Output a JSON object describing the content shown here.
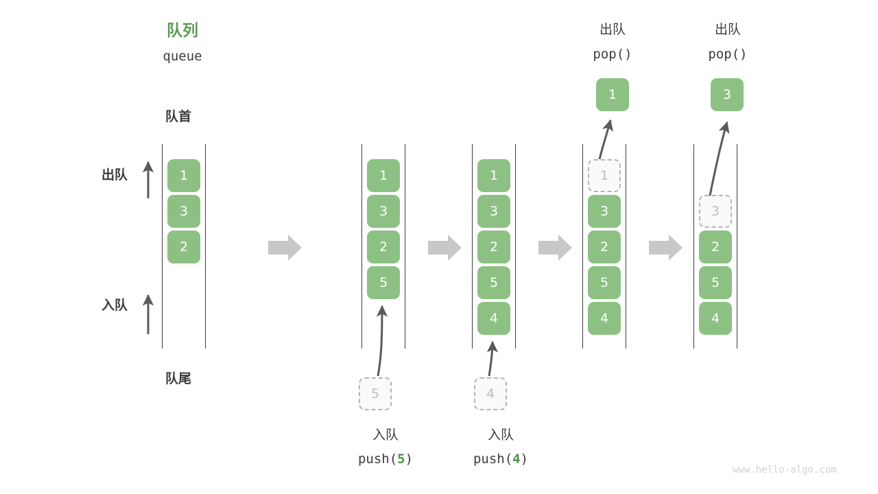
{
  "title": {
    "zh": "队列",
    "en": "queue"
  },
  "labels": {
    "front": "队首",
    "rear": "队尾",
    "dequeue": "出队",
    "enqueue": "入队"
  },
  "colors": {
    "accent_green": "#8cc183",
    "title_green": "#5a9c52",
    "arg_green": "#4e9447",
    "text_dark": "#3c3c3c",
    "ghost_border": "#b4b4b4",
    "ghost_text": "#bdbdbd",
    "step_arrow": "#c8c8c8",
    "thin_arrow": "#5a5a5a",
    "watermark": "#d2d2d2"
  },
  "watermark": "www.hello-algo.com",
  "operations": {
    "push5": {
      "zh": "入队",
      "fn": "push(",
      "arg": "5",
      "close": ")"
    },
    "push4": {
      "zh": "入队",
      "fn": "push(",
      "arg": "4",
      "close": ")"
    },
    "pop1": {
      "zh": "出队",
      "fn": "pop(",
      "arg": "",
      "close": ")"
    },
    "pop2": {
      "zh": "出队",
      "fn": "pop(",
      "arg": "",
      "close": ")"
    }
  },
  "stages": [
    {
      "id": "stage-initial",
      "cells": [
        {
          "value": "1",
          "state": "filled"
        },
        {
          "value": "3",
          "state": "filled"
        },
        {
          "value": "2",
          "state": "filled"
        }
      ],
      "incoming": null,
      "outgoing": null
    },
    {
      "id": "stage-after-push-5",
      "cells": [
        {
          "value": "1",
          "state": "filled"
        },
        {
          "value": "3",
          "state": "filled"
        },
        {
          "value": "2",
          "state": "filled"
        },
        {
          "value": "5",
          "state": "filled"
        }
      ],
      "incoming": {
        "value": "5",
        "state": "ghost"
      },
      "outgoing": null
    },
    {
      "id": "stage-after-push-4",
      "cells": [
        {
          "value": "1",
          "state": "filled"
        },
        {
          "value": "3",
          "state": "filled"
        },
        {
          "value": "2",
          "state": "filled"
        },
        {
          "value": "5",
          "state": "filled"
        },
        {
          "value": "4",
          "state": "filled"
        }
      ],
      "incoming": {
        "value": "4",
        "state": "ghost"
      },
      "outgoing": null
    },
    {
      "id": "stage-after-pop-1",
      "cells": [
        {
          "value": "1",
          "state": "ghost"
        },
        {
          "value": "3",
          "state": "filled"
        },
        {
          "value": "2",
          "state": "filled"
        },
        {
          "value": "5",
          "state": "filled"
        },
        {
          "value": "4",
          "state": "filled"
        }
      ],
      "incoming": null,
      "outgoing": {
        "value": "1",
        "state": "filled"
      }
    },
    {
      "id": "stage-after-pop-3",
      "cells": [
        {
          "value": "",
          "state": "empty"
        },
        {
          "value": "3",
          "state": "ghost"
        },
        {
          "value": "2",
          "state": "filled"
        },
        {
          "value": "5",
          "state": "filled"
        },
        {
          "value": "4",
          "state": "filled"
        }
      ],
      "incoming": null,
      "outgoing": {
        "value": "3",
        "state": "filled"
      }
    }
  ],
  "step_arrows": [
    {
      "name": "step-arrow-1"
    },
    {
      "name": "step-arrow-2"
    },
    {
      "name": "step-arrow-3"
    },
    {
      "name": "step-arrow-4"
    }
  ]
}
